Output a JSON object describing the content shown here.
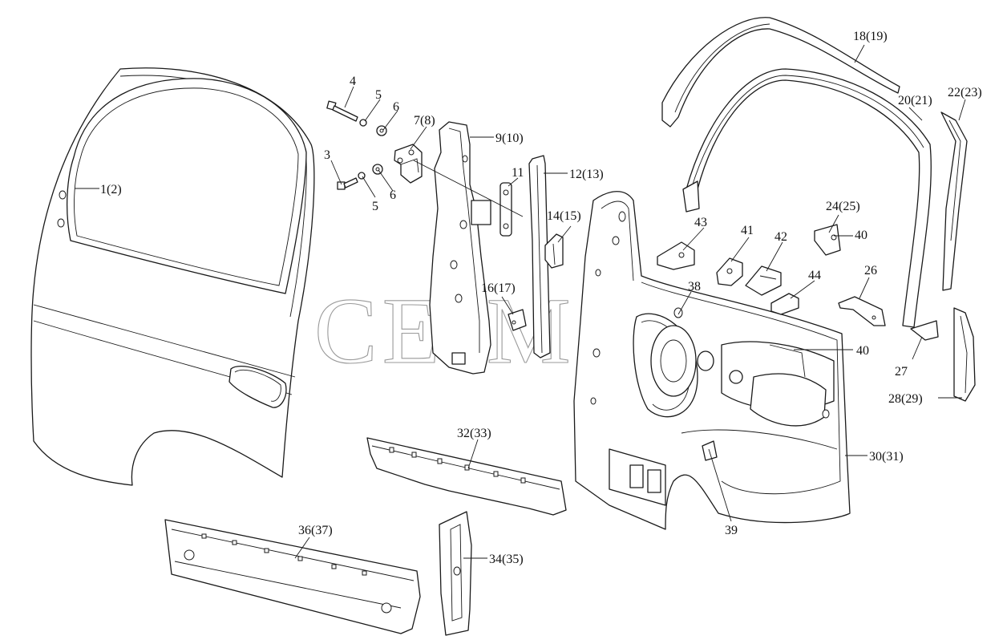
{
  "watermark": "CEJM",
  "labels": [
    {
      "id": "l1",
      "text": "1(2)"
    },
    {
      "id": "l3",
      "text": "3"
    },
    {
      "id": "l4",
      "text": "4"
    },
    {
      "id": "l5a",
      "text": "5"
    },
    {
      "id": "l5b",
      "text": "5"
    },
    {
      "id": "l6a",
      "text": "6"
    },
    {
      "id": "l6b",
      "text": "6"
    },
    {
      "id": "l7",
      "text": "7(8)"
    },
    {
      "id": "l9",
      "text": "9(10)"
    },
    {
      "id": "l11",
      "text": "11"
    },
    {
      "id": "l12",
      "text": "12(13)"
    },
    {
      "id": "l14",
      "text": "14(15)"
    },
    {
      "id": "l16",
      "text": "16(17)"
    },
    {
      "id": "l18",
      "text": "18(19)"
    },
    {
      "id": "l20",
      "text": "20(21)"
    },
    {
      "id": "l22",
      "text": "22(23)"
    },
    {
      "id": "l24",
      "text": "24(25)"
    },
    {
      "id": "l26",
      "text": "26"
    },
    {
      "id": "l27",
      "text": "27"
    },
    {
      "id": "l28",
      "text": "28(29)"
    },
    {
      "id": "l30",
      "text": "30(31)"
    },
    {
      "id": "l32",
      "text": "32(33)"
    },
    {
      "id": "l34",
      "text": "34(35)"
    },
    {
      "id": "l36",
      "text": "36(37)"
    },
    {
      "id": "l38",
      "text": "38"
    },
    {
      "id": "l39",
      "text": "39"
    },
    {
      "id": "l40a",
      "text": "40"
    },
    {
      "id": "l40b",
      "text": "40"
    },
    {
      "id": "l41",
      "text": "41"
    },
    {
      "id": "l42",
      "text": "42"
    },
    {
      "id": "l43",
      "text": "43"
    },
    {
      "id": "l44",
      "text": "44"
    }
  ]
}
